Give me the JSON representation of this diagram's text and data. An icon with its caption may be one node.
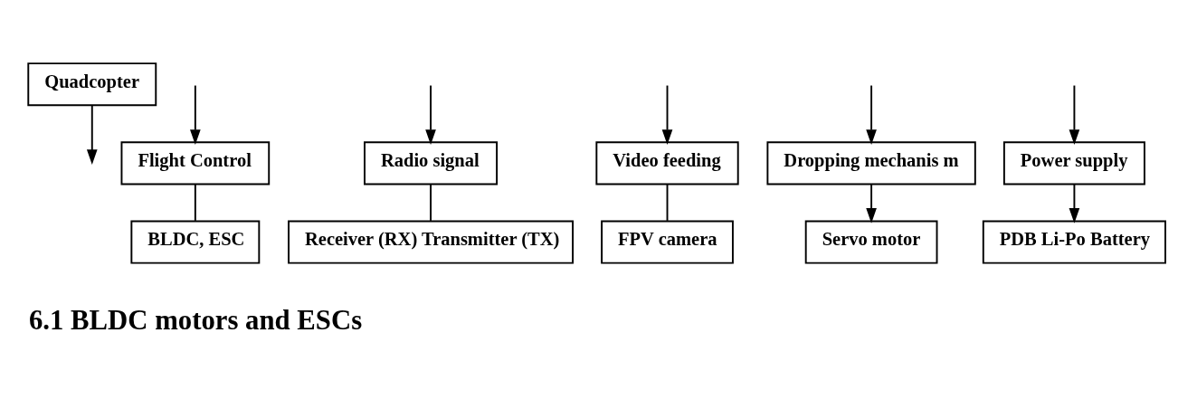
{
  "diagram": {
    "nodes": [
      {
        "text": [
          "Quadcopter"
        ]
      },
      {
        "text": [
          "Flight Control"
        ]
      },
      {
        "text": [
          "BLDC, ESC"
        ]
      },
      {
        "text": [
          "Radio signal"
        ]
      },
      {
        "text": [
          "Receiver (RX) Transmitter (TX)"
        ]
      },
      {
        "text": [
          "Video feeding"
        ]
      },
      {
        "text": [
          "FPV camera"
        ]
      },
      {
        "text": [
          "Dropping mechanis m"
        ]
      },
      {
        "text": [
          "Servo motor"
        ]
      },
      {
        "text": [
          "Power supply"
        ]
      },
      {
        "text": [
          "PDB Li-Po Battery"
        ]
      }
    ],
    "edges": [
      {
        "from": 0,
        "to": null,
        "arrow": "to"
      },
      {
        "from": null,
        "to": 1,
        "arrow": "to"
      },
      {
        "from": null,
        "to": 3,
        "arrow": "to"
      },
      {
        "from": null,
        "to": 5,
        "arrow": "to"
      },
      {
        "from": null,
        "to": 7,
        "arrow": "to"
      },
      {
        "from": null,
        "to": 9,
        "arrow": "to"
      },
      {
        "from": 1,
        "to": 2,
        "arrow": "none"
      },
      {
        "from": 3,
        "to": 4,
        "arrow": "none"
      },
      {
        "from": 5,
        "to": 6,
        "arrow": "none"
      },
      {
        "from": 7,
        "to": 8,
        "arrow": "to"
      },
      {
        "from": 9,
        "to": 10,
        "arrow": "to"
      }
    ],
    "labels": [
      "6.1 BLDC motors and ESCs"
    ]
  }
}
